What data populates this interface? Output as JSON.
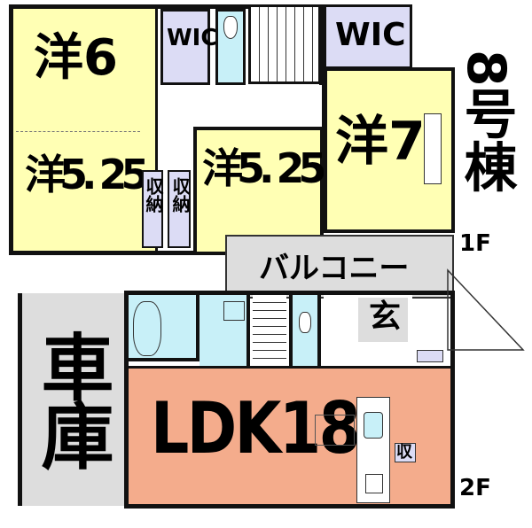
{
  "building": {
    "label": "8号棟"
  },
  "floors": [
    {
      "label": "1F",
      "rooms": [
        {
          "id": "western-6",
          "label": "洋6"
        },
        {
          "id": "western-5-25-left",
          "label": "洋5. 25"
        },
        {
          "id": "wic-left",
          "label": "WIC"
        },
        {
          "id": "wic-right",
          "label": "WIC"
        },
        {
          "id": "storage-1",
          "label": "収納"
        },
        {
          "id": "storage-2",
          "label": "収納"
        },
        {
          "id": "western-5-25-mid",
          "label": "洋5. 25"
        },
        {
          "id": "western-7",
          "label": "洋7"
        },
        {
          "id": "balcony",
          "label": "バルコニー"
        }
      ]
    },
    {
      "label": "2F",
      "rooms": [
        {
          "id": "garage",
          "label": "車庫"
        },
        {
          "id": "ldk",
          "label": "LDK18"
        },
        {
          "id": "entrance",
          "label": "玄"
        },
        {
          "id": "kitchen-storage",
          "label": "収"
        }
      ]
    }
  ],
  "colors": {
    "western_room": "#FFFFB4",
    "closet": "#DCDCF5",
    "wet_area": "#C8F0F8",
    "ldk": "#F4AC8C",
    "garage_balcony": "#DDDDDD"
  }
}
